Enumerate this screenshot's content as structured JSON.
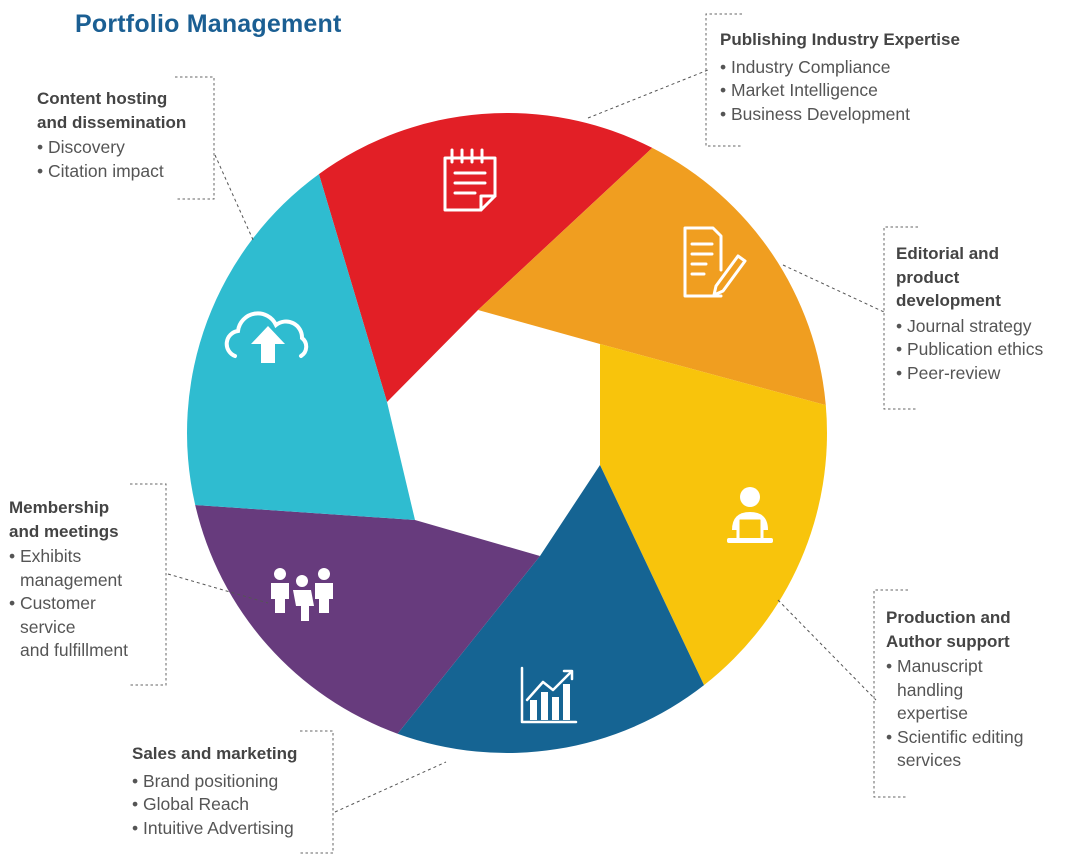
{
  "title": "Portfolio Management",
  "colors": {
    "title": "#1b5f93",
    "segment_red": "#e21f26",
    "segment_orange": "#f09e20",
    "segment_yellow": "#f8c40c",
    "segment_blue": "#156493",
    "segment_purple": "#673b7d",
    "segment_teal": "#2fbcd0"
  },
  "segments": [
    {
      "color": "segment_red",
      "icon": "notepad-icon"
    },
    {
      "color": "segment_orange",
      "icon": "document-edit-icon"
    },
    {
      "color": "segment_yellow",
      "icon": "user-laptop-icon"
    },
    {
      "color": "segment_blue",
      "icon": "bar-chart-growth-icon"
    },
    {
      "color": "segment_purple",
      "icon": "people-group-icon"
    },
    {
      "color": "segment_teal",
      "icon": "cloud-upload-icon"
    }
  ],
  "callouts": {
    "publishing": {
      "heading": "Publishing Industry Expertise",
      "items": [
        "Industry Compliance",
        "Market Intelligence",
        "Business Development"
      ]
    },
    "content_hosting": {
      "heading_1": "Content hosting",
      "heading_2": "and dissemination",
      "items": [
        "Discovery",
        "Citation impact"
      ]
    },
    "editorial": {
      "heading_1": "Editorial and",
      "heading_2": "product",
      "heading_3": "development",
      "items": [
        "Journal strategy",
        "Publication ethics",
        "Peer-review"
      ]
    },
    "membership": {
      "heading_1": "Membership",
      "heading_2": "and meetings",
      "items": [
        {
          "line_1": "Exhibits",
          "line_2": "management"
        },
        {
          "line_1": "Customer",
          "line_2": "service",
          "line_3": "and fulfillment"
        }
      ]
    },
    "production": {
      "heading_1": "Production and",
      "heading_2": "Author support",
      "items": [
        {
          "line_1": "Manuscript",
          "line_2": "handling",
          "line_3": "expertise"
        },
        {
          "line_1": "Scientific editing",
          "line_2": "services"
        }
      ]
    },
    "sales": {
      "heading": "Sales and marketing",
      "items": [
        "Brand positioning",
        "Global Reach",
        "Intuitive Advertising"
      ]
    }
  }
}
